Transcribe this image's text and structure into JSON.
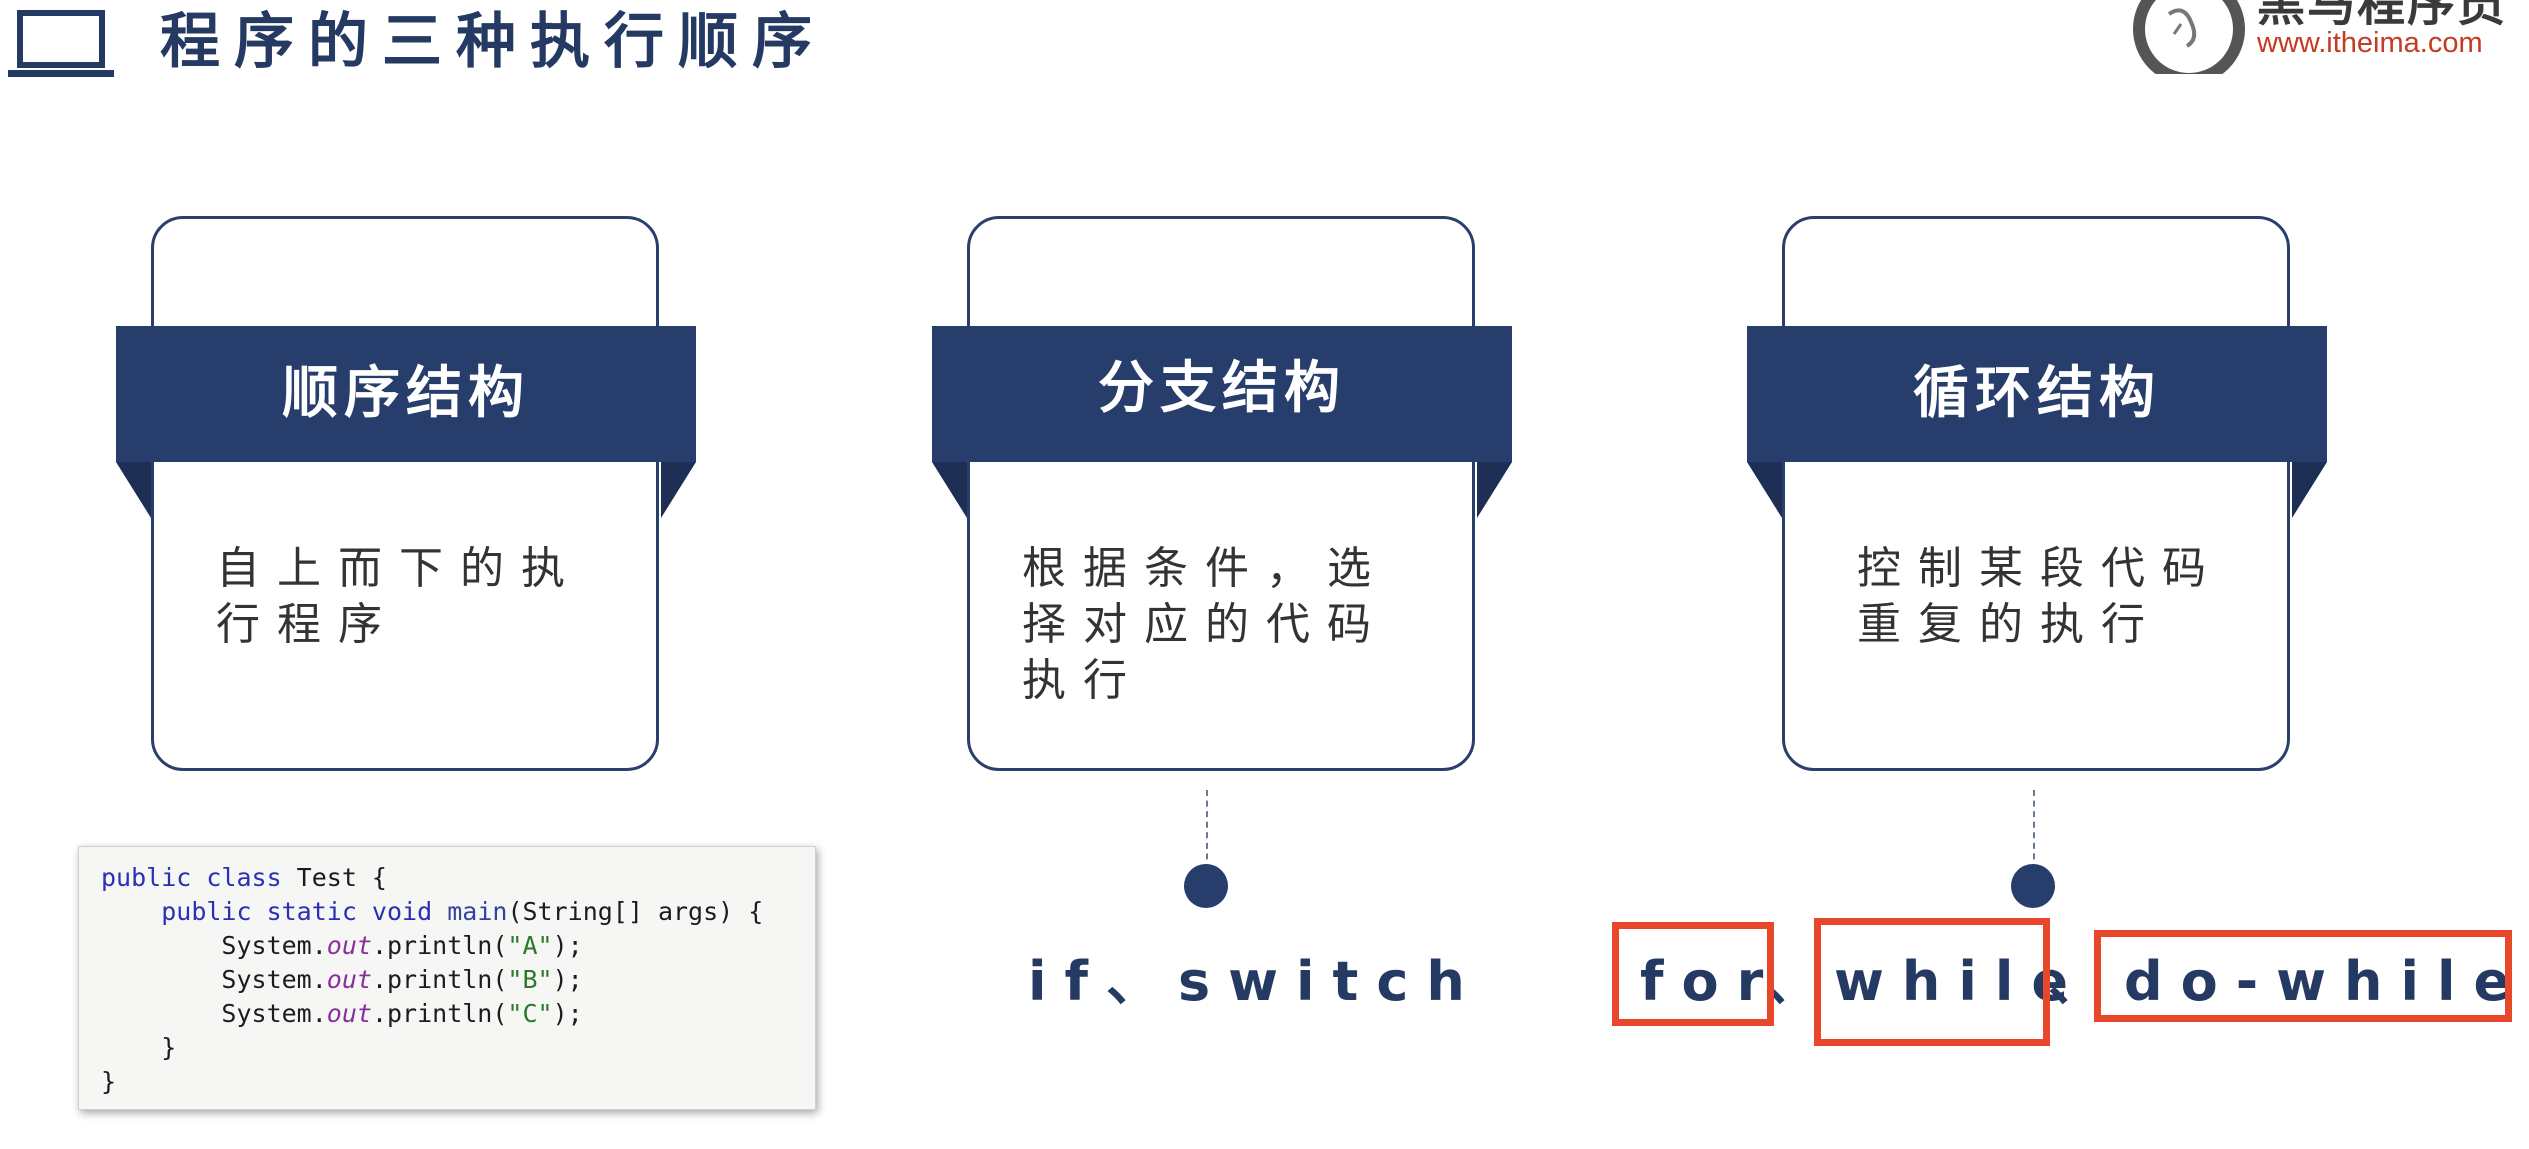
{
  "header": {
    "title": "程序的三种执行顺序",
    "brand_name": "黑马程序员",
    "brand_url": "www.itheima.com"
  },
  "cards": [
    {
      "title": "顺序结构",
      "description": "自上而下的执行程序"
    },
    {
      "title": "分支结构",
      "description": "根据条件，选择对应的代码执行"
    },
    {
      "title": "循环结构",
      "description": "控制某段代码重复的执行"
    }
  ],
  "branch_keywords": "if、switch",
  "loop_keywords": {
    "for": "for",
    "sep1": "、",
    "while": "while",
    "sep2": "、",
    "do_while": "do-while"
  },
  "code": {
    "line1_a": "public class",
    "line1_b": " Test {",
    "line2_a": "public static void",
    "line2_b": "main",
    "line2_c": "(String[] args) {",
    "line3_a": "System.",
    "line3_b": "out",
    "line3_c": ".println(",
    "line3_d": "\"A\"",
    "line3_e": ");",
    "line4_d": "\"B\"",
    "line5_d": "\"C\"",
    "close_inner": "}",
    "close_outer": "}"
  },
  "colors": {
    "navy": "#273e6c",
    "highlight_red": "#e8472a",
    "brand_red": "#c53a22"
  }
}
